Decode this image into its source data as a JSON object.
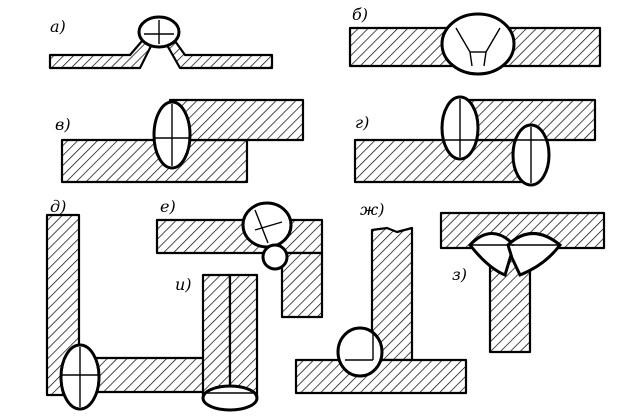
{
  "labels": {
    "a": "а)",
    "b": "б)",
    "v": "в)",
    "g": "г)",
    "d": "д)",
    "e": "е)",
    "zh": "ж)",
    "z": "з)",
    "i": "и)"
  },
  "colors": {
    "line": "#000000",
    "background": "#ffffff"
  }
}
